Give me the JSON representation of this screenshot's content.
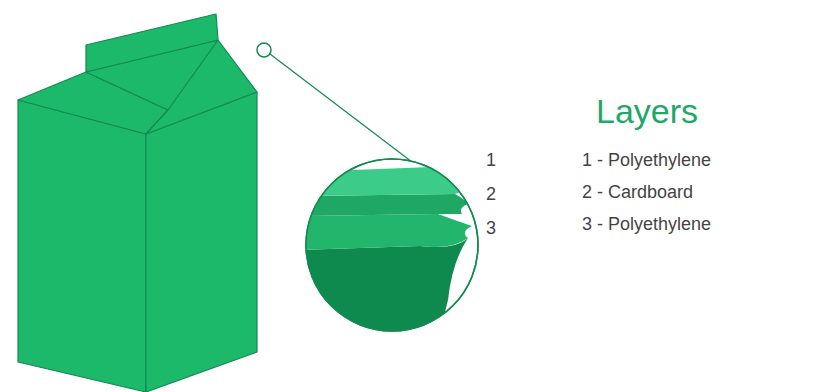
{
  "diagram": {
    "title": "Layers",
    "labels": [
      "1",
      "2",
      "3",
      "1 - Polyethylene",
      "2 - Cardboard",
      "3 - Polyethylene"
    ]
  }
}
